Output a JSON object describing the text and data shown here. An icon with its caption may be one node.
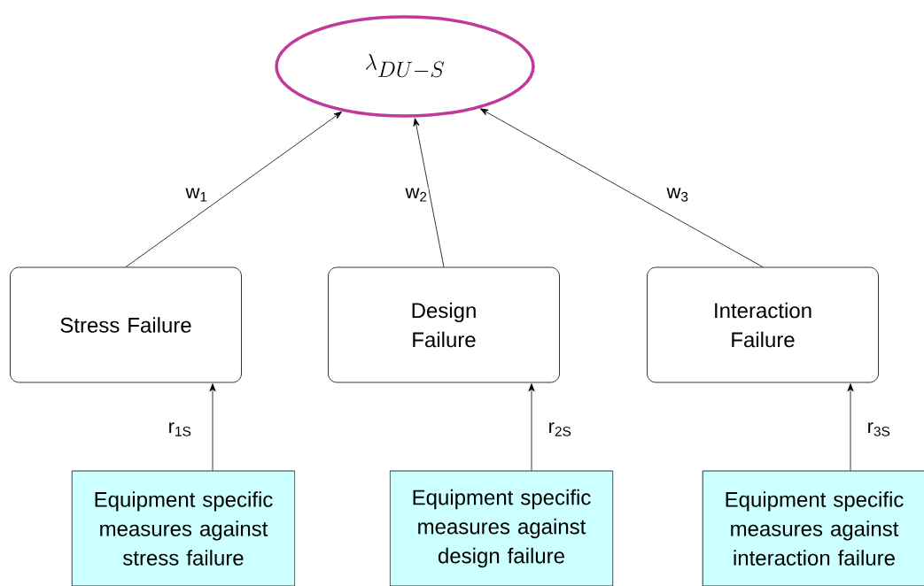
{
  "diagram": {
    "nodes": [
      {
        "text": [
          "\\lambda_{DU-S}"
        ]
      },
      {
        "text": [
          "Stress Failure"
        ]
      },
      {
        "text": [
          "Design Failure"
        ]
      },
      {
        "text": [
          "Interaction Failure"
        ]
      },
      {
        "text": [
          "Equipment specific measures against stress failure"
        ]
      },
      {
        "text": [
          "Equipment specific measures against design failure"
        ]
      },
      {
        "text": [
          "Equipment specific measures against interaction failure"
        ]
      }
    ],
    "edges": [
      {
        "from": 1,
        "to": 0,
        "arrow": "to",
        "label": "w$_{1}$"
      },
      {
        "from": 2,
        "to": 0,
        "arrow": "to",
        "label": "w$_{2}$"
      },
      {
        "from": 3,
        "to": 0,
        "arrow": "to",
        "label": "w$_{3}$"
      },
      {
        "from": 4,
        "to": 1,
        "arrow": "to",
        "label": "r$_{1S}$"
      },
      {
        "from": 5,
        "to": 2,
        "arrow": "to",
        "label": "r$_{2S}$"
      },
      {
        "from": 6,
        "to": 3,
        "arrow": "to",
        "label": "r$_{3S}$"
      }
    ]
  }
}
